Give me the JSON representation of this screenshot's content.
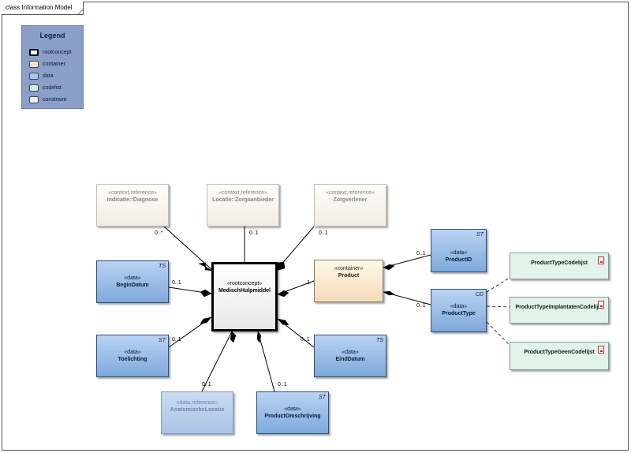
{
  "diagram": {
    "title": "class Information Model"
  },
  "legend": {
    "title": "Legend",
    "items": [
      {
        "label": "rootconcept",
        "color": "#ffffff"
      },
      {
        "label": "container",
        "color": "#f6e3cc"
      },
      {
        "label": "data",
        "color": "#a7c6ea"
      },
      {
        "label": "codelist",
        "color": "#d4efe2"
      },
      {
        "label": "constraint",
        "color": "#eeeef8"
      }
    ]
  },
  "nodes": {
    "indicatie": {
      "stereotype": "«context,reference»",
      "name": "Indicatie::Diagnose"
    },
    "locatie": {
      "stereotype": "«context,reference»",
      "name": "Locatie::Zorgaanbieder"
    },
    "zorgverlener": {
      "stereotype": "«context,reference»",
      "name": "Zorgverlener"
    },
    "begindatum": {
      "stereotype": "«data»",
      "name": "BeginDatum",
      "tag": "TS"
    },
    "medisch": {
      "stereotype": "«rootconcept»",
      "name": "MedischHulpmiddel"
    },
    "product": {
      "stereotype": "«container»",
      "name": "Product"
    },
    "productid": {
      "stereotype": "«data»",
      "name": "ProductID",
      "tag": "ST"
    },
    "producttype": {
      "stereotype": "«data»",
      "name": "ProductType",
      "tag": "CD"
    },
    "toelichting": {
      "stereotype": "«data»",
      "name": "Toelichting",
      "tag": "ST"
    },
    "einddatum": {
      "stereotype": "«data»",
      "name": "EindDatum",
      "tag": "TS"
    },
    "anatomische": {
      "stereotype": "«data,reference»",
      "name": "AnatomischeLocatie"
    },
    "productomschrijving": {
      "stereotype": "«data»",
      "name": "ProductOmschrijving",
      "tag": "ST"
    },
    "codelist1": {
      "name": "ProductTypeCodelijst"
    },
    "codelist2": {
      "name": "ProductTypeImplantatenCodelijst"
    },
    "codelist3": {
      "name": "ProductTypeGeenCodelijst"
    }
  },
  "multiplicities": {
    "indicatie": "0..*",
    "locatie": "0..1",
    "zorgverlener": "0..1",
    "begindatum": "0..1",
    "product": "1",
    "toelichting": "0..1",
    "einddatum": "0..1",
    "anatomische": "0..1",
    "productomschrijving": "0..1",
    "productid": "0..1",
    "producttype": "0..1"
  }
}
